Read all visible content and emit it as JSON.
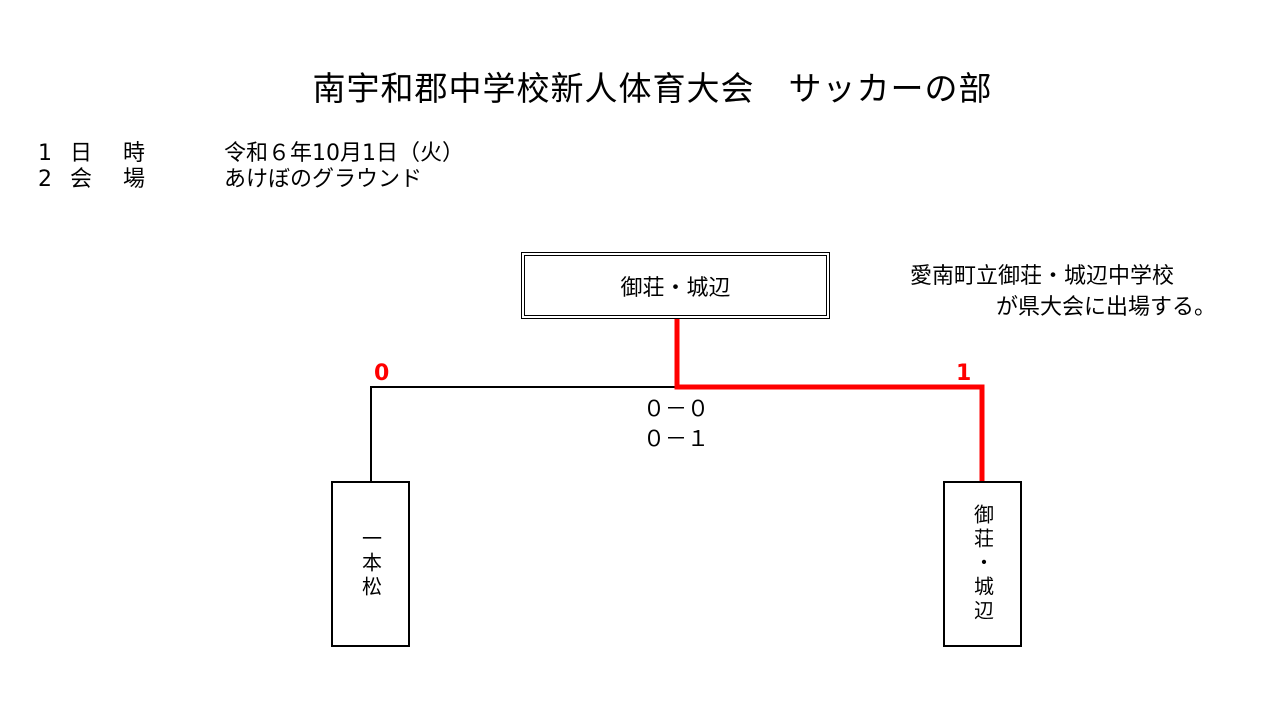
{
  "title": "南宇和郡中学校新人体育大会　サッカーの部",
  "info": [
    {
      "num": "1",
      "label": "日 時",
      "value": "令和６年10月1日（火）"
    },
    {
      "num": "2",
      "label": "会 場",
      "value": "あけぼのグラウンド"
    }
  ],
  "winner": "御荘・城辺",
  "note": {
    "line1": "愛南町立御荘・城辺中学校",
    "line2": "が県大会に出場する。"
  },
  "match": {
    "left_score": "0",
    "right_score": "1",
    "periods": [
      "０－０",
      "０－１"
    ]
  },
  "teams": {
    "left": "一本松",
    "right": "御荘・城辺"
  },
  "colors": {
    "winner_line": "#ff0000",
    "bracket_line": "#000000"
  }
}
